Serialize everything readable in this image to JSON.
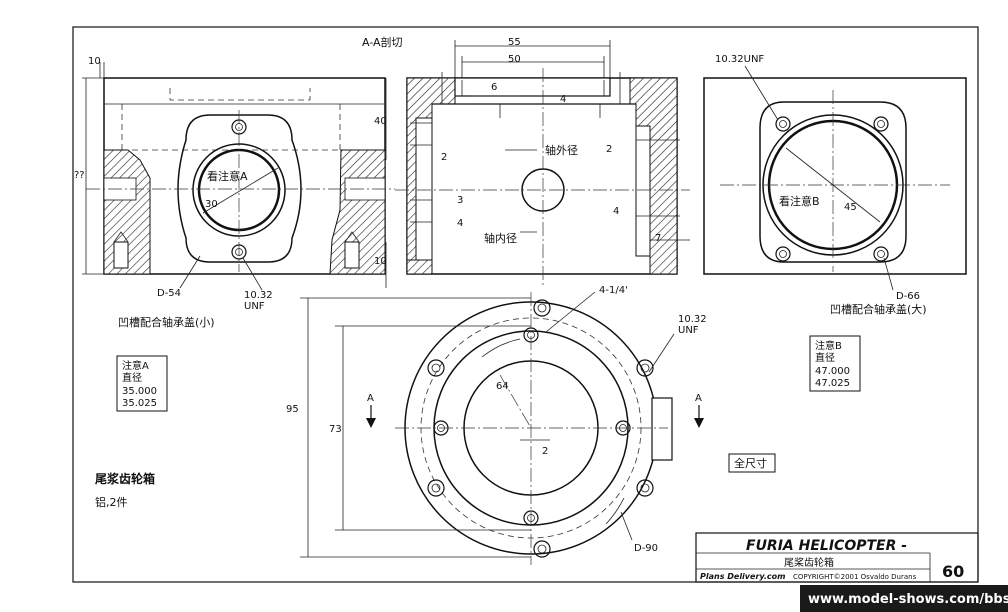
{
  "labels": {
    "section_title": "A-A剖切",
    "dim_10_top": "10",
    "dim_unknown_height": "??",
    "dim_40": "40",
    "dim_10_bottom": "10",
    "dim_55": "55",
    "dim_50": "50",
    "dim_6": "6",
    "dim_4_top": "4",
    "dim_2_left": "2",
    "dim_3": "3",
    "dim_4_left": "4",
    "dim_2_right": "2",
    "dim_4_right": "4",
    "dim_7": "7",
    "outer_diameter": "轴外径",
    "inner_diameter": "轴内径",
    "see_note_a": "看注意A",
    "dim_30": "30",
    "d54": "D-54",
    "thread_left_line1": "10.32",
    "thread_left_line2": "UNF",
    "small_cover_caption": "凹槽配合轴承盖(小)",
    "thread_top_right": "10.32UNF",
    "see_note_b": "看注意B",
    "dim_45": "45",
    "d66": "D-66",
    "large_cover_caption": "凹槽配合轴承盖(大)",
    "dim_4_1_4": "4-1/4'",
    "thread_mid_line1": "10.32",
    "thread_mid_line2": "UNF",
    "dim_64": "64",
    "dim_2_center": "2",
    "dim_95": "95",
    "dim_73": "73",
    "section_a_left": "A",
    "section_a_right": "A",
    "d90": "D-90",
    "full_size": "全尺寸"
  },
  "note_a": {
    "title": "注意A",
    "label": "直径",
    "value1": "35.000",
    "value2": "35.025"
  },
  "note_b": {
    "title": "注意B",
    "label": "直径",
    "value1": "47.000",
    "value2": "47.025"
  },
  "part": {
    "name": "尾浆齿轮箱",
    "material": "铝,2件"
  },
  "title_block": {
    "title": "FURIA HELICOPTER -",
    "subtitle": "尾桨齿轮箱",
    "brand": "Plans Delivery.com",
    "copyright": "COPYRIGHT©2001 Osvaldo Durans",
    "page_number": "60"
  },
  "watermark": "www.model-shows.com/bbs"
}
